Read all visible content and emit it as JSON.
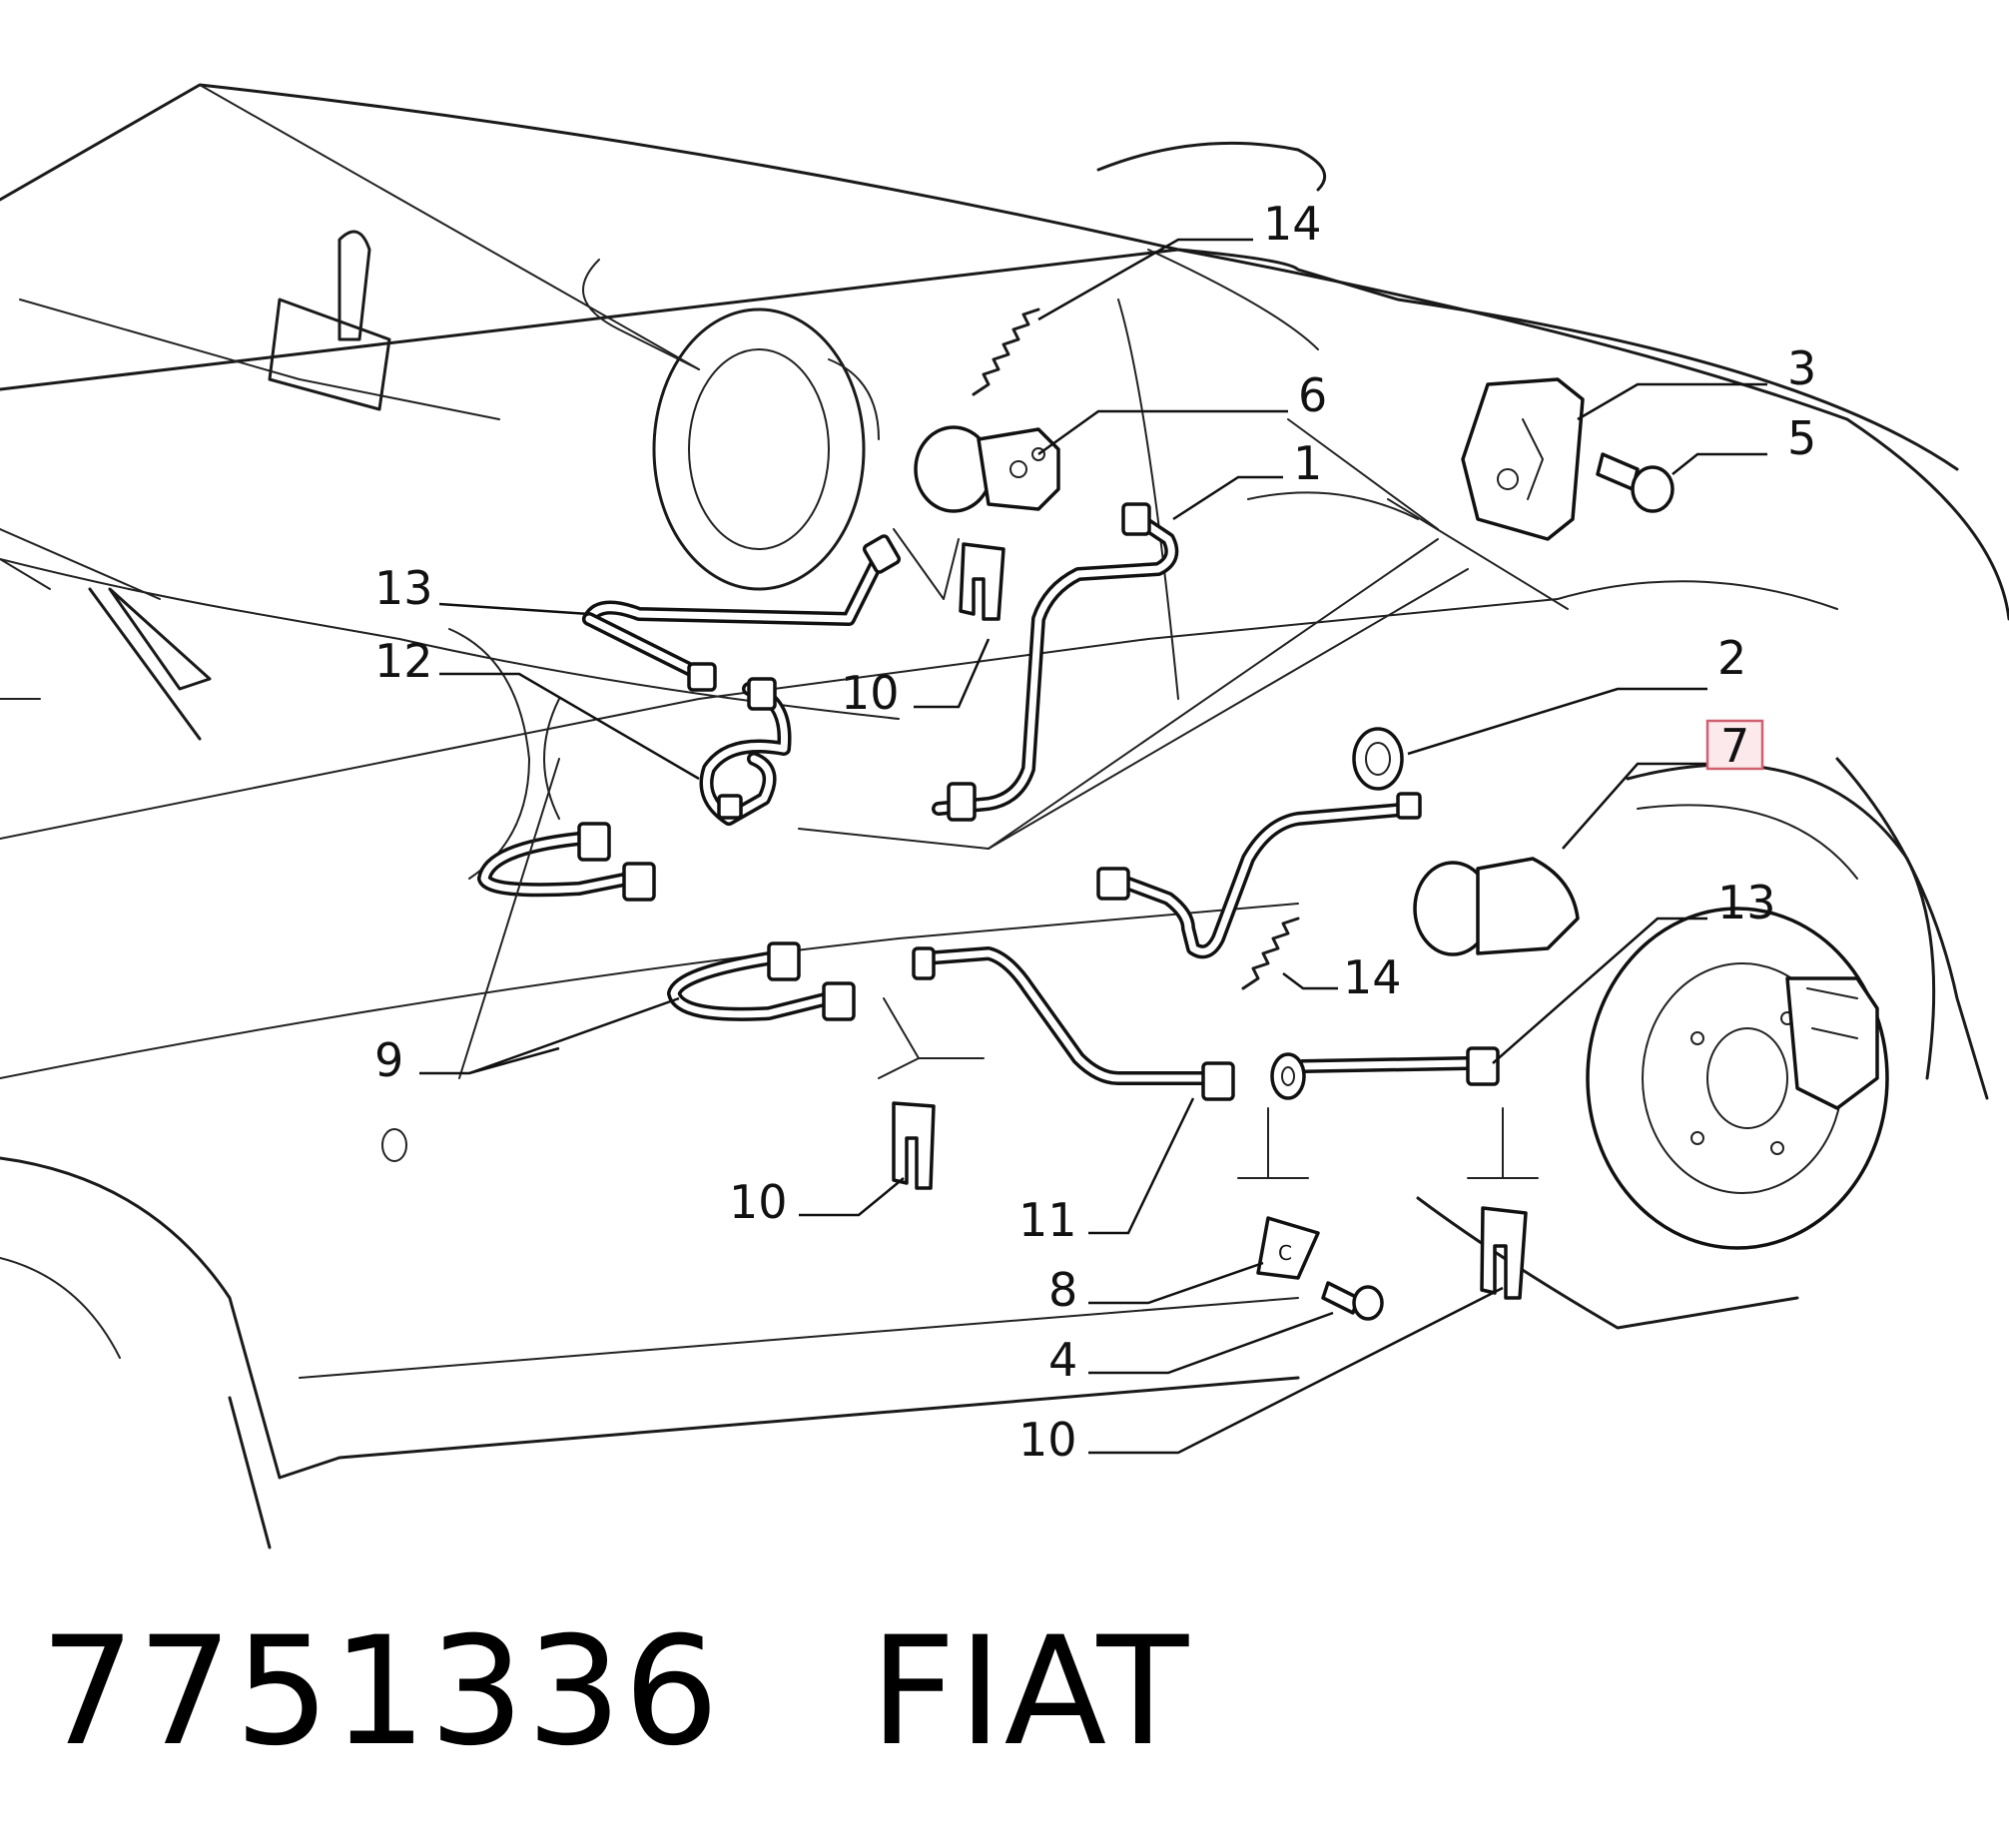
{
  "diagram": {
    "callouts": {
      "c14a": "14",
      "c3": "3",
      "c6": "6",
      "c5": "5",
      "c1": "1",
      "c13a": "13",
      "c12": "12",
      "c10a": "10",
      "c2": "2",
      "c7": "7",
      "c13b": "13",
      "c14b": "14",
      "c9": "9",
      "c10b": "10",
      "c11": "11",
      "c8": "8",
      "c4": "4",
      "c10c": "10"
    },
    "highlighted_callout": "7",
    "highlight_color": "#d06070"
  },
  "caption": {
    "part_number": "7751336",
    "brand": "FIAT"
  }
}
